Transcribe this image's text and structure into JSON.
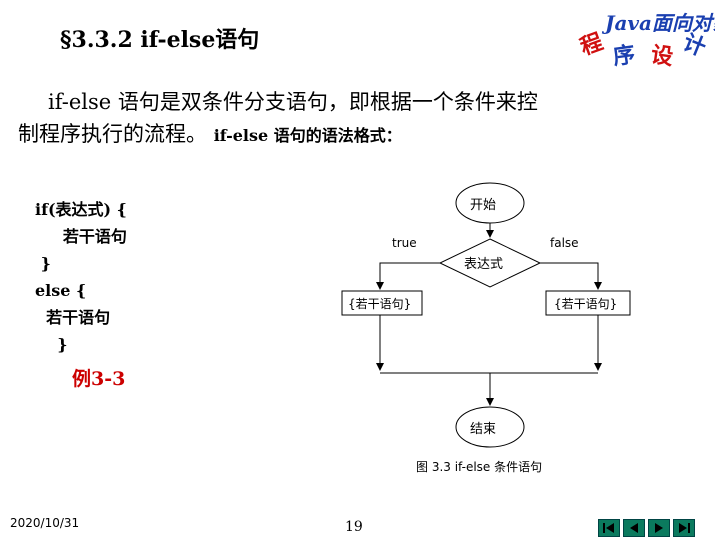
{
  "slide": {
    "title": "§3.3.2 if-else语句",
    "intro_line1": "if-else 语句是双条件分支语句，即根据一个条件来控",
    "intro_line2": "制程序执行的流程。",
    "intro_bold": "if-else 语句的语法格式："
  },
  "logo": {
    "top_text": "Java面向对象",
    "chars": [
      "程",
      "序",
      "设",
      "计"
    ]
  },
  "code": {
    "lines": [
      "if(表达式) {",
      "     若干语句",
      " }",
      "else {",
      "  若干语句",
      "    }"
    ]
  },
  "example_link": "例3-3",
  "flowchart": {
    "start": "开始",
    "condition": "表达式",
    "true_label": "true",
    "false_label": "false",
    "true_block": "{若干语句}",
    "false_block": "{若干语句}",
    "end": "结束",
    "caption": "图 3.3   if-else 条件语句"
  },
  "footer": {
    "date": "2020/10/31",
    "page": "19"
  },
  "nav": {
    "icons": [
      "first-page-icon",
      "prev-icon",
      "next-icon",
      "last-page-icon"
    ]
  },
  "colors": {
    "logo_blue": "#1a3fb0",
    "logo_red": "#d01010",
    "link_red": "#cc0000",
    "nav_green": "#0b7a5e"
  }
}
